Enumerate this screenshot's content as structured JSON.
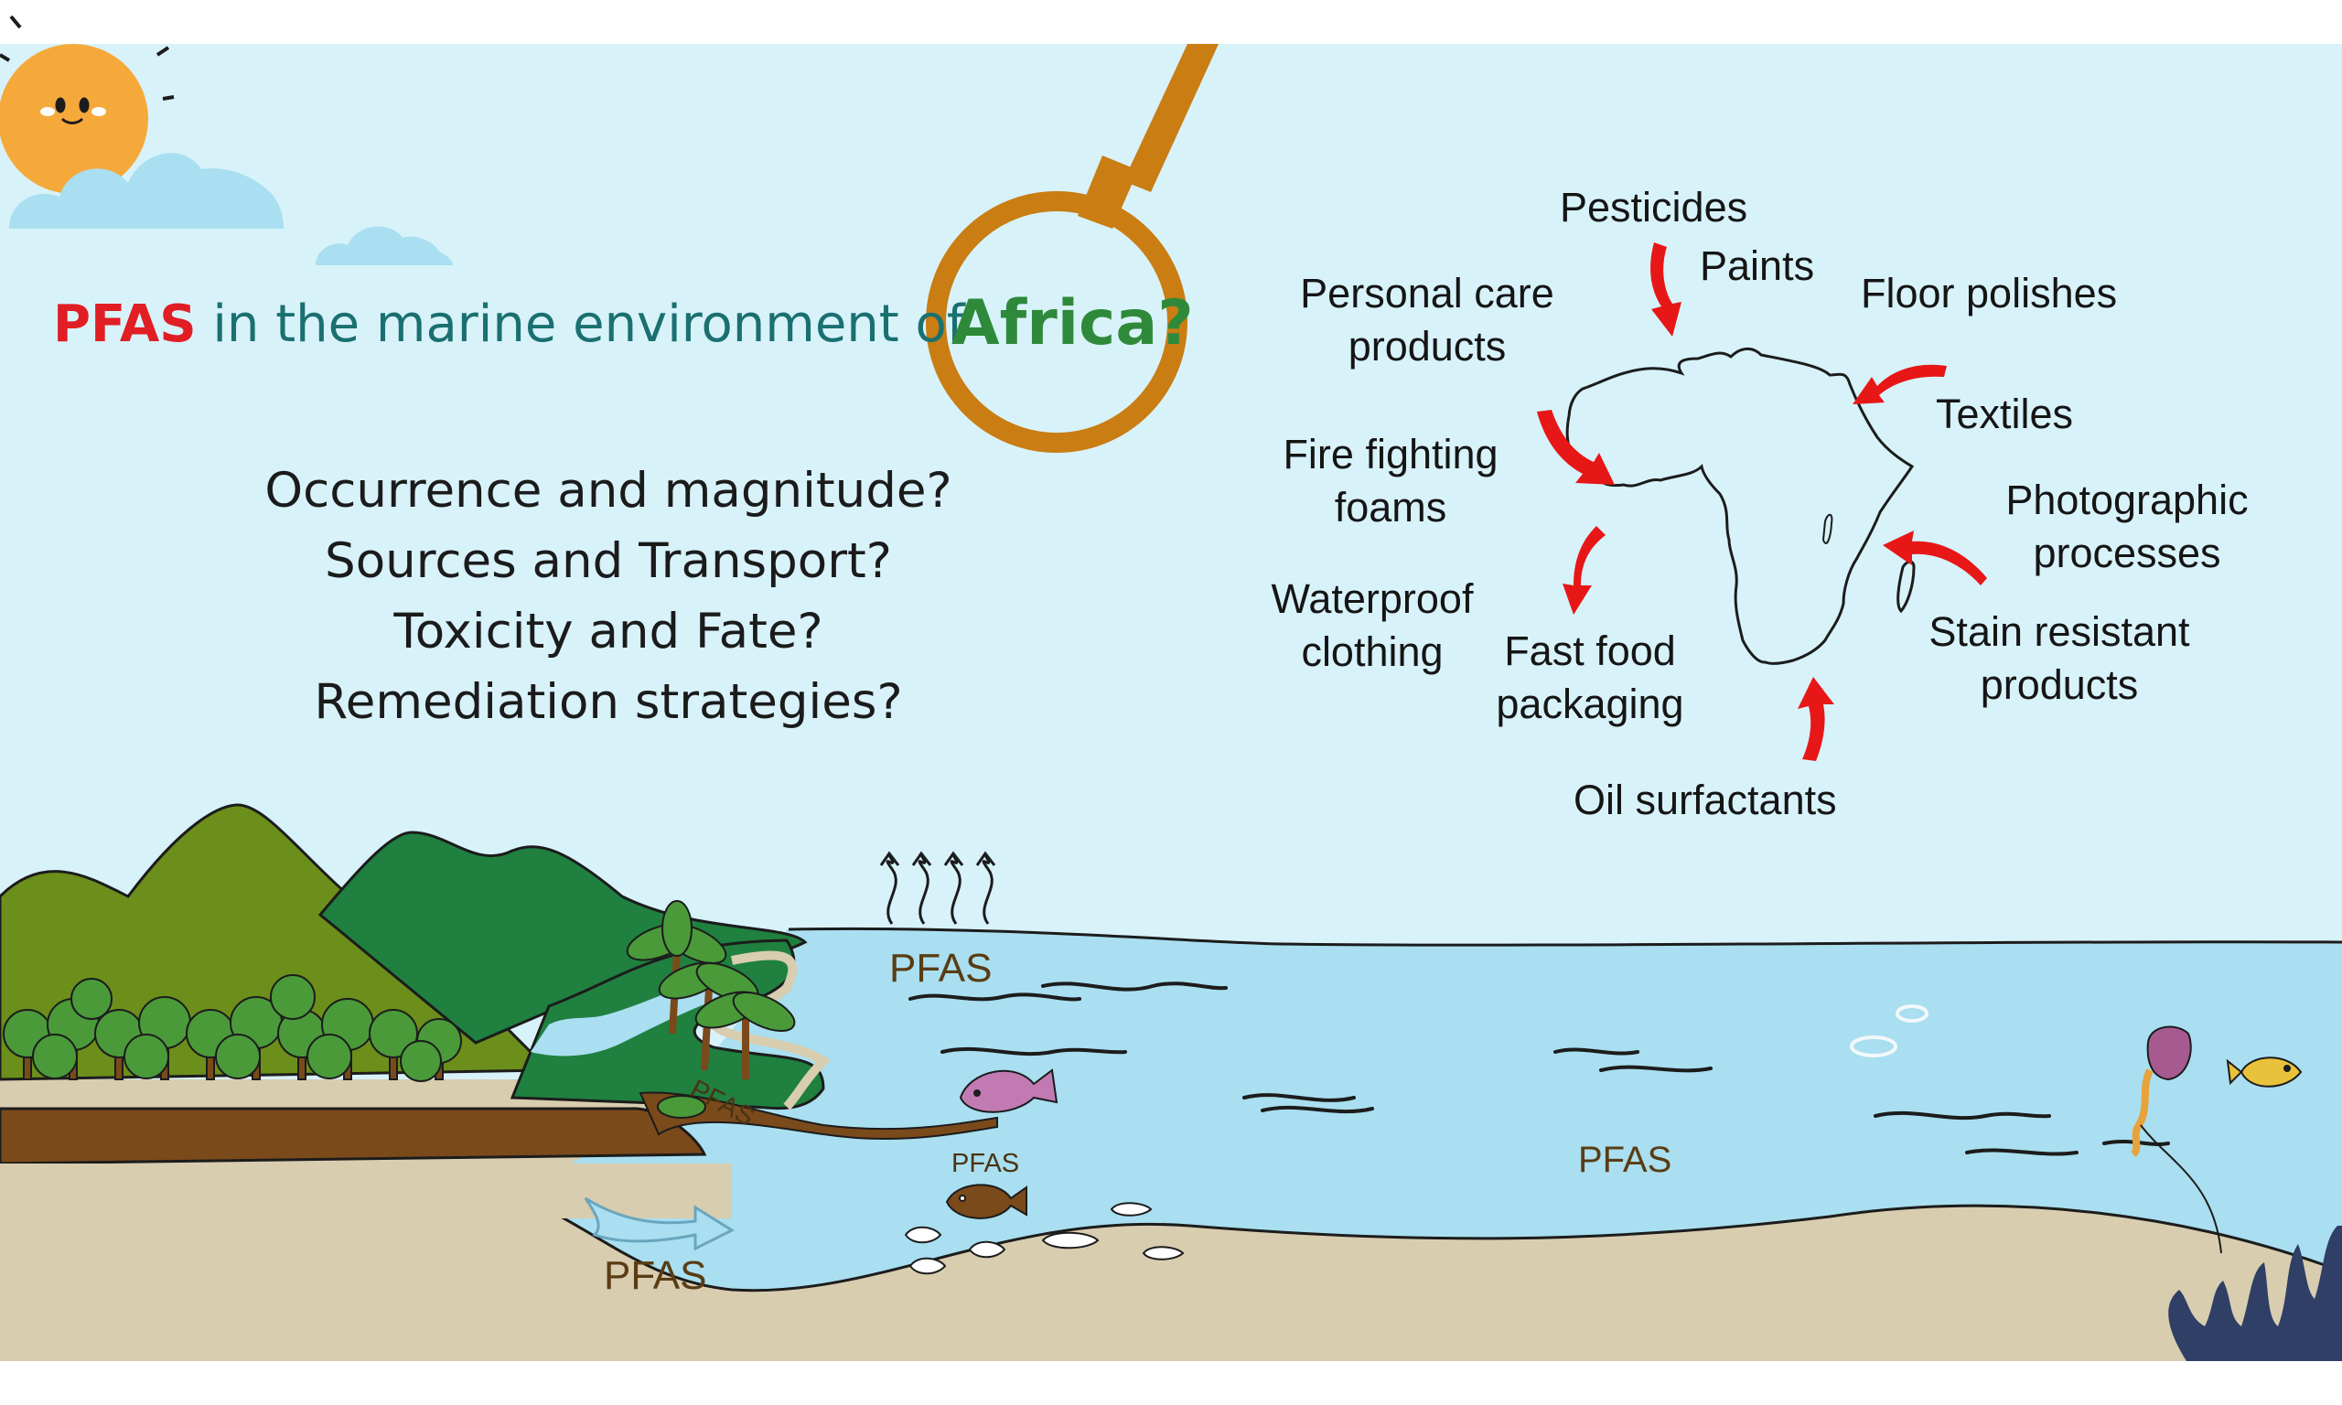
{
  "title": {
    "pfas": "PFAS",
    "middle": "in the marine environment of",
    "africa": "Africa?"
  },
  "questions": [
    "Occurrence and magnitude?",
    "Sources and Transport?",
    "Toxicity and Fate?",
    "Remediation strategies?"
  ],
  "sources": {
    "pesticides": "Pesticides",
    "paints": "Paints",
    "floor_polishes": "Floor polishes",
    "personal_care_1": "Personal care",
    "personal_care_2": "products",
    "textiles": "Textiles",
    "fire_fighting_1": "Fire fighting",
    "fire_fighting_2": "foams",
    "photographic_1": "Photographic",
    "photographic_2": "processes",
    "waterproof_1": "Waterproof",
    "waterproof_2": "clothing",
    "fast_food_1": "Fast food",
    "fast_food_2": "packaging",
    "stain_1": "Stain resistant",
    "stain_2": "products",
    "oil": "Oil surfactants"
  },
  "pfas_labels": {
    "air": "PFAS",
    "shore": "PFAS",
    "fish": "PFAS",
    "ocean": "PFAS",
    "groundwater": "PFAS"
  },
  "colors": {
    "sky": "#d8f2fa",
    "sea": "#a9dff0",
    "sand": "#d8cdaf",
    "hill_light": "#6b8f1a",
    "hill_dark": "#1f8040",
    "arrow_red": "#e81717",
    "magnifier": "#c97d12",
    "sun": "#f6a93b"
  }
}
